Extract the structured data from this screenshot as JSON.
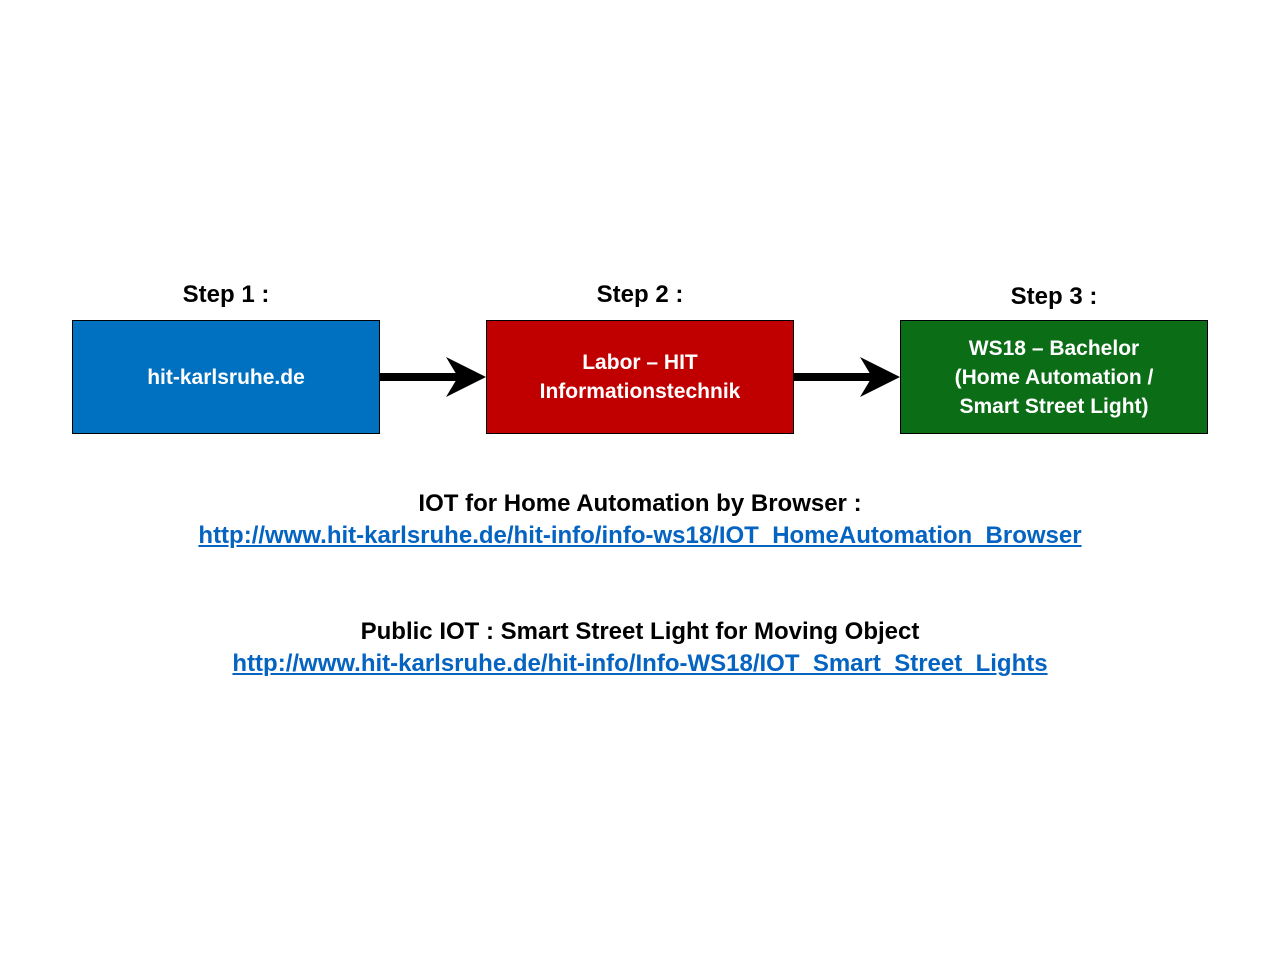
{
  "steps": [
    {
      "label": "Step 1 :",
      "lines": [
        "hit-karlsruhe.de"
      ],
      "color": "#0070c0"
    },
    {
      "label": "Step 2 :",
      "lines": [
        "Labor – HIT",
        "Informationstechnik"
      ],
      "color": "#c00000"
    },
    {
      "label": "Step 3 :",
      "lines": [
        "WS18 – Bachelor",
        "(Home Automation /",
        "Smart Street Light)"
      ],
      "color": "#0b6e17"
    }
  ],
  "links": [
    {
      "title": "IOT for Home Automation by Browser :",
      "url": "http://www.hit-karlsruhe.de/hit-info/info-ws18/IOT_HomeAutomation_Browser"
    },
    {
      "title": "Public IOT : Smart Street Light for Moving Object",
      "url": "http://www.hit-karlsruhe.de/hit-info/Info-WS18/IOT_Smart_Street_Lights"
    }
  ],
  "link_color": "#0563c1",
  "arrow_color": "#000000"
}
